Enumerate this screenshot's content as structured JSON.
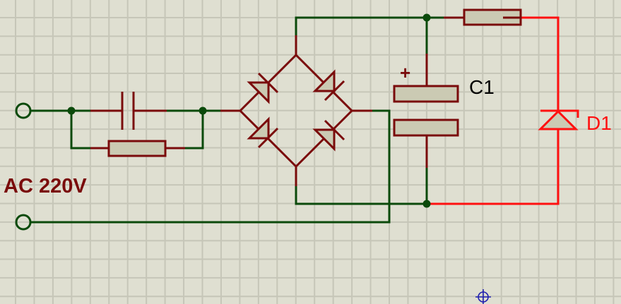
{
  "colors": {
    "background": "#dfdfd1",
    "grid": "#c6c6b8",
    "wire": "#0b4a0b",
    "component": "#7a0b0b",
    "component_fill": "#cbcab3",
    "active_wire": "#ff1010",
    "label_dark": "#000000",
    "label_source": "#7a0b0b",
    "label_active": "#ff1010",
    "cursor": "#2020b0"
  },
  "labels": {
    "source": "AC 220V",
    "capacitor": "C1",
    "diode": "D1",
    "polarity": "+"
  },
  "components": [
    {
      "id": "terminal-1",
      "type": "terminal"
    },
    {
      "id": "terminal-2",
      "type": "terminal"
    },
    {
      "id": "capacitor-series",
      "type": "capacitor"
    },
    {
      "id": "resistor-parallel",
      "type": "resistor"
    },
    {
      "id": "bridge-rectifier",
      "type": "bridge",
      "diodes": 4
    },
    {
      "id": "capacitor-c1",
      "type": "electrolytic-capacitor",
      "label": "C1"
    },
    {
      "id": "resistor-series",
      "type": "resistor"
    },
    {
      "id": "zener-d1",
      "type": "zener-diode",
      "label": "D1"
    }
  ],
  "cursor_icon": "crosshair-icon"
}
